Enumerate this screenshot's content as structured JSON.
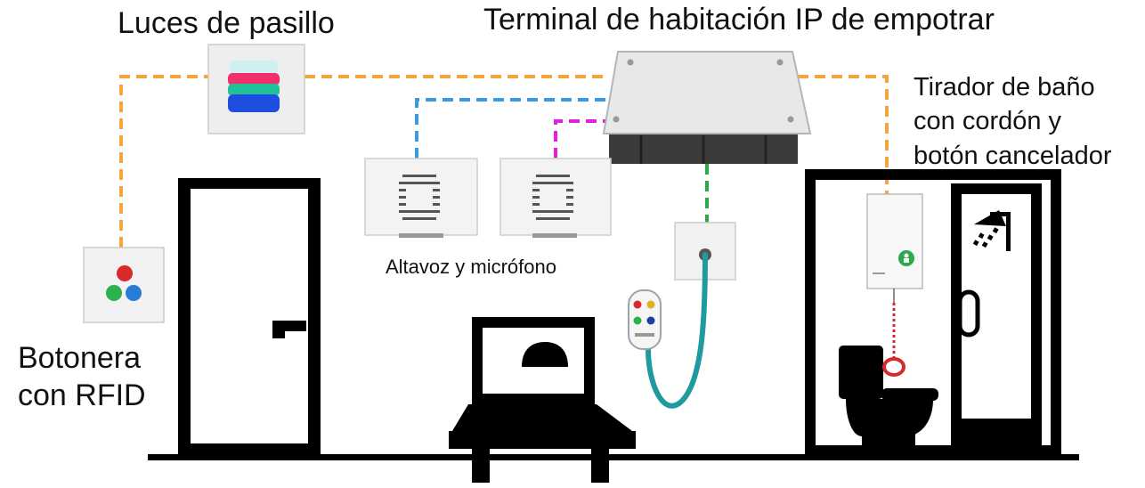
{
  "labels": {
    "hallway_lights": "Luces de pasillo",
    "room_terminal": "Terminal de habitación IP de empotrar",
    "bath_pull_line1": "Tirador de baño",
    "bath_pull_line2": "con cordón y",
    "bath_pull_line3": "botón cancelador",
    "keypad_line1": "Botonera",
    "keypad_line2": "con RFID",
    "speaker_mic": "Altavoz y micrófono"
  },
  "colors": {
    "orange_cable": "#F5A53A",
    "blue_cable": "#3A9BE0",
    "magenta_cable": "#E020E0",
    "green_cable": "#2BAA4A",
    "teal_cord": "#1E9AA0",
    "silhouette": "#000000",
    "red_button": "#D82A2A",
    "green_button": "#2BB24C",
    "blue_button": "#2A7BD8"
  },
  "icons": {
    "shower": "shower-icon",
    "person": "person-icon",
    "pull_ring": "pull-ring-icon"
  }
}
